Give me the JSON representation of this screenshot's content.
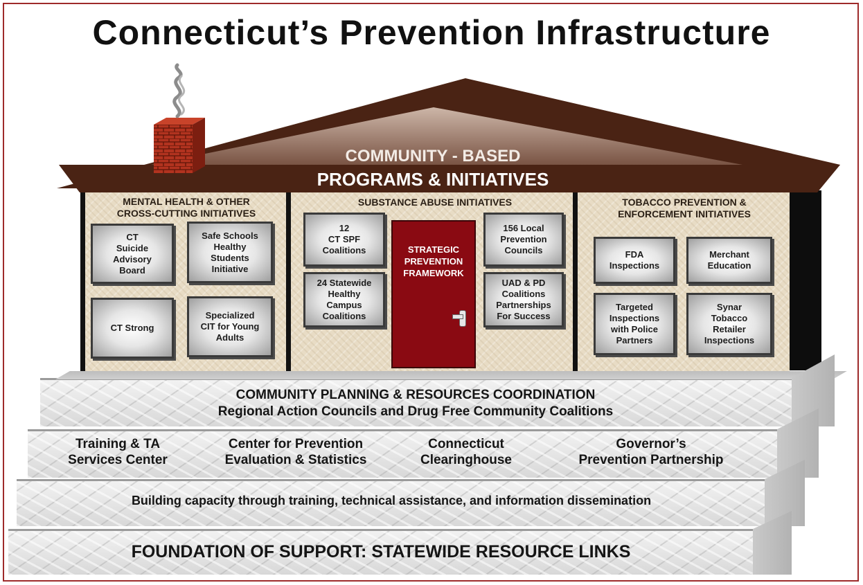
{
  "title": "Connecticut’s Prevention Infrastructure",
  "roof": {
    "line1": "COMMUNITY - BASED",
    "line2": "PROGRAMS & INITIATIVES"
  },
  "sections": {
    "mental_health": {
      "heading": [
        "MENTAL HEALTH & OTHER",
        "CROSS-CUTTING INITIATIVES"
      ],
      "tiles": [
        [
          "CT",
          "Suicide",
          "Advisory",
          "Board"
        ],
        [
          "Safe Schools",
          "Healthy",
          "Students",
          "Initiative"
        ],
        [
          "CT Strong"
        ],
        [
          "Specialized",
          "CIT for Young",
          "Adults"
        ]
      ]
    },
    "substance_abuse": {
      "heading": [
        "SUBSTANCE ABUSE INITIATIVES"
      ],
      "tiles": [
        [
          "12",
          "CT SPF",
          "Coalitions"
        ],
        [
          "24 Statewide",
          "Healthy",
          "Campus",
          "Coalitions"
        ],
        [
          "156 Local",
          "Prevention",
          "Councils"
        ],
        [
          "UAD & PD",
          "Coalitions",
          "Partnerships",
          "For Success"
        ]
      ],
      "door": [
        "STRATEGIC",
        "PREVENTION",
        "FRAMEWORK"
      ]
    },
    "tobacco": {
      "heading": [
        "TOBACCO PREVENTION &",
        "ENFORCEMENT INITIATIVES"
      ],
      "tiles": [
        [
          "FDA",
          "Inspections"
        ],
        [
          "Merchant",
          "Education"
        ],
        [
          "Targeted",
          "Inspections",
          "with Police",
          "Partners"
        ],
        [
          "Synar",
          "Tobacco",
          "Retailer",
          "Inspections"
        ]
      ]
    }
  },
  "steps": {
    "planning": {
      "line1": "COMMUNITY PLANNING & RESOURCES COORDINATION",
      "line2": "Regional Action  Councils and Drug Free Community Coalitions"
    },
    "services": [
      [
        "Training & TA",
        "Services Center"
      ],
      [
        "Center for Prevention",
        "Evaluation & Statistics"
      ],
      [
        "Connecticut",
        "Clearinghouse"
      ],
      [
        "Governor’s",
        "Prevention Partnership"
      ]
    ],
    "capacity": "Building capacity through training, technical  assistance, and information dissemination",
    "foundation": "FOUNDATION OF SUPPORT:  STATEWIDE RESOURCE LINKS"
  },
  "colors": {
    "roof": "#4a2314",
    "roof_gradient_top": "#a88773",
    "door": "#8a0a12",
    "chimney": "#b2331f",
    "frame": "#9e2a2a"
  }
}
